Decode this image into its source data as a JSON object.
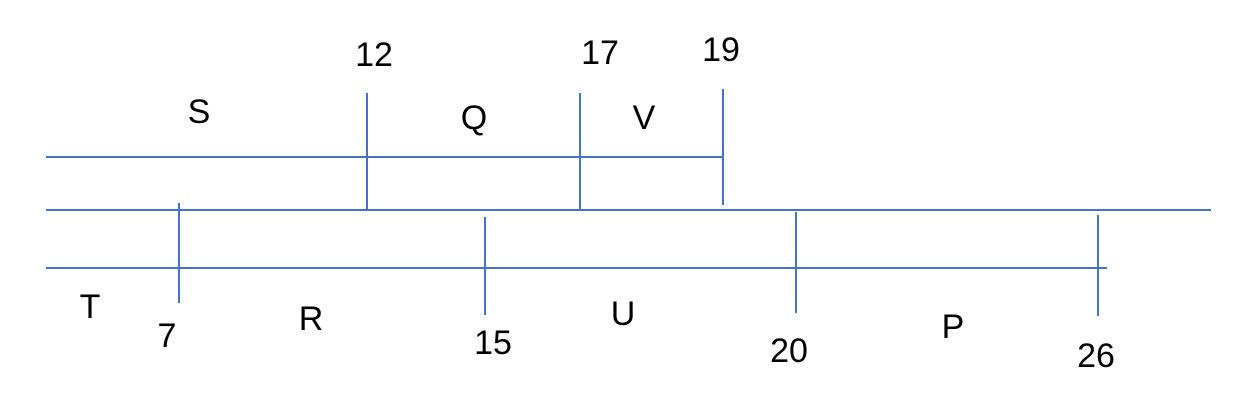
{
  "diagram": {
    "stroke_color": "#4472c4",
    "text_color": "#000000",
    "upper_segments": [
      {
        "label": "S",
        "end": "12"
      },
      {
        "label": "Q",
        "end": "17"
      },
      {
        "label": "V",
        "end": "19"
      }
    ],
    "lower_segments": [
      {
        "label": "T",
        "end": "7"
      },
      {
        "label": "R",
        "end": "15"
      },
      {
        "label": "U",
        "end": "20"
      },
      {
        "label": "P",
        "end": "26"
      }
    ]
  }
}
